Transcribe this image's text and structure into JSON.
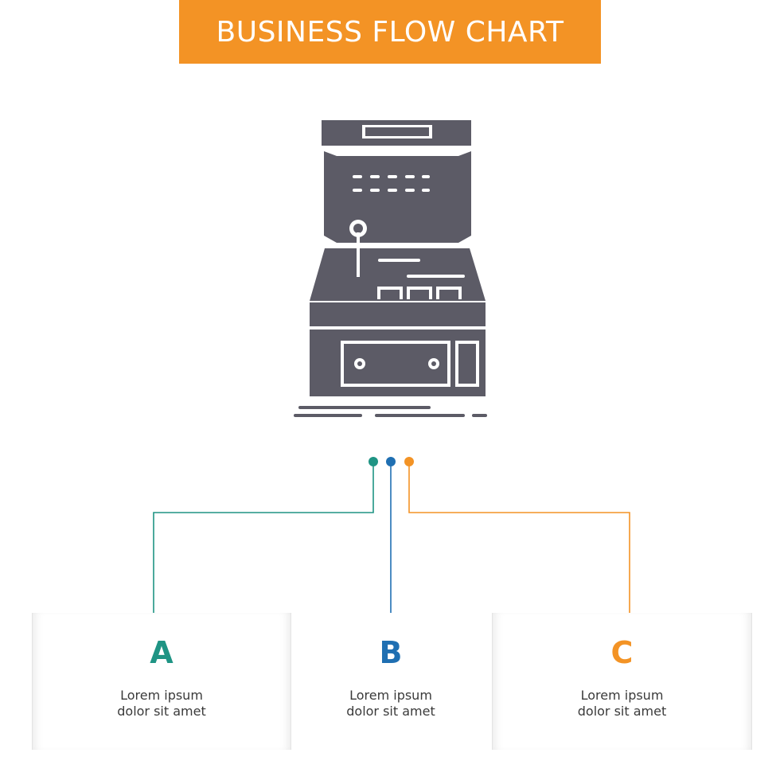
{
  "header": {
    "title": "BUSINESS FLOW CHART"
  },
  "colors": {
    "banner": "#F39325",
    "icon": "#5C5B66",
    "option_a": "#1F9484",
    "option_b": "#1F6FB2",
    "option_c": "#F39325"
  },
  "illustration": {
    "icon": "arcade-machine-icon"
  },
  "options": [
    {
      "letter": "A",
      "line1": "Lorem ipsum",
      "line2": "dolor sit amet"
    },
    {
      "letter": "B",
      "line1": "Lorem ipsum",
      "line2": "dolor sit amet"
    },
    {
      "letter": "C",
      "line1": "Lorem ipsum",
      "line2": "dolor sit amet"
    }
  ]
}
